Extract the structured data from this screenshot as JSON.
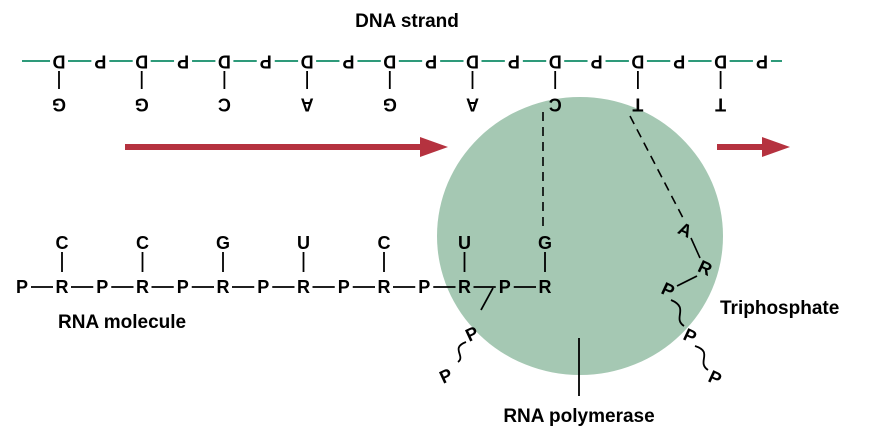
{
  "labels": {
    "dna_strand": "DNA strand",
    "rna_molecule": "RNA molecule",
    "rna_polymerase": "RNA polymerase",
    "triphosphate": "Triphosphate"
  },
  "dna": {
    "sugar": "D",
    "phosphate": "P",
    "bases": [
      "G",
      "G",
      "C",
      "A",
      "G",
      "A",
      "C",
      "T",
      "T"
    ]
  },
  "rna": {
    "sugar": "R",
    "phosphate": "P",
    "bases": [
      "C",
      "C",
      "G",
      "U",
      "C",
      "U",
      "G"
    ]
  },
  "incoming_nucleotide": {
    "base": "A",
    "sugar": "R",
    "phosphates": [
      "P",
      "P",
      "P"
    ]
  },
  "released_phosphates": [
    "P",
    "P"
  ],
  "colors": {
    "dna_backbone": "#2e9a7a",
    "polymerase": "#a5c8b3",
    "arrow": "#b5323f",
    "text": "#000000"
  }
}
